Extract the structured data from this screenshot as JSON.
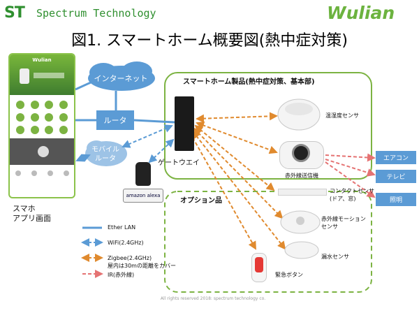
{
  "header": {
    "logo_mark": "ST",
    "company_name": "Spectrum Technology",
    "brand_logo": "Wulian",
    "title": "図1. スマートホーム概要図(熱中症対策)"
  },
  "left": {
    "phone_app_title": "Wulian",
    "phone_caption_line1": "スマホ",
    "phone_caption_line2": "アプリ画面",
    "internet": "インターネット",
    "router": "ルータ",
    "mobile_router_line1": "モバイル",
    "mobile_router_line2": "ルータ",
    "gateway": "ゲートウエイ",
    "alexa": "amazon alexa"
  },
  "basic_section": {
    "heading": "スマートホーム製品(熱中症対策、基本部)",
    "temp_humidity_sensor": "温湿度センサ",
    "ir_transmitter": "赤外線送信機"
  },
  "outputs": {
    "aircon": "エアコン",
    "tv": "テレビ",
    "lighting": "照明"
  },
  "option_section": {
    "heading": "オプション品",
    "contact_sensor_line1": "コンタクトセンサ",
    "contact_sensor_line2": "(ドア、窓)",
    "ir_motion_line1": "赤外線モーション",
    "ir_motion_line2": "センサ",
    "water_leak": "漏水センサ",
    "emergency_button": "緊急ボタン"
  },
  "legend": {
    "ether_lan": "Ether LAN",
    "wifi": "WiFi(2.4GHz)",
    "zigbee_line1": "Zigbee(2.4GHz)",
    "zigbee_line2": "屋内は30mの距離をカバー",
    "ir": "IR(赤外線)"
  },
  "footer": {
    "copyright": "All rights reserved 2018: spectrum technology co."
  },
  "colors": {
    "brand_green": "#2f8f2f",
    "wulian_green": "#6cb33f",
    "lan_blue": "#5b9bd5",
    "zigbee_orange": "#e08a2e",
    "ir_red": "#e57373",
    "section_border": "#7cb342"
  }
}
